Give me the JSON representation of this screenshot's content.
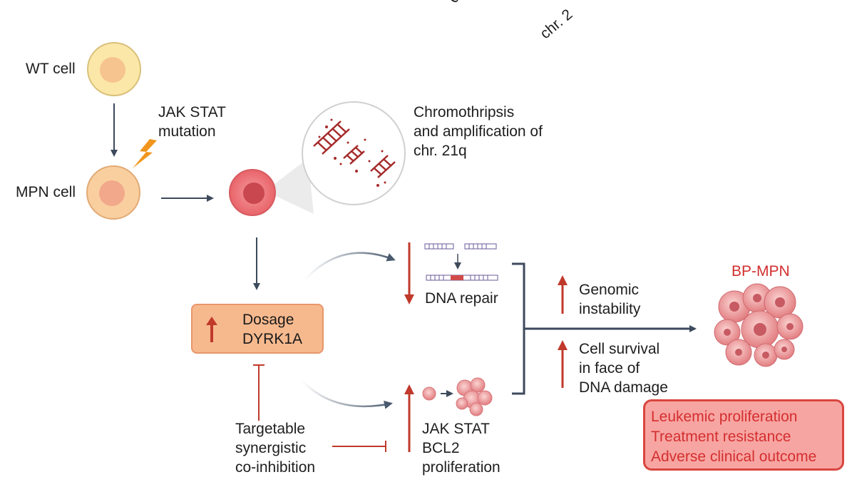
{
  "top_labels": {
    "chr_cut_1": "ch",
    "chr_cut_2": "chr. 2"
  },
  "cells": {
    "wt": "WT cell",
    "mpn": "MPN cell"
  },
  "mutation": {
    "line1": "JAK STAT",
    "line2": "mutation"
  },
  "chromothripsis": {
    "line1": "Chromothripsis",
    "line2": "and amplification of",
    "line3": "chr. 21q"
  },
  "dosage_box": {
    "line1": "Dosage",
    "line2": "DYRK1A"
  },
  "dna_repair": "DNA repair",
  "jak_box": {
    "line1": "JAK STAT",
    "line2": "BCL2",
    "line3": "proliferation"
  },
  "inhibition": {
    "line1": "Targetable",
    "line2": "synergistic",
    "line3": "co-inhibition"
  },
  "effects": {
    "genomic": {
      "line1": "Genomic",
      "line2": "instability"
    },
    "survival": {
      "line1": "Cell survival",
      "line2": "in face of",
      "line3": "DNA damage"
    }
  },
  "bp_mpn": "BP-MPN",
  "outcomes": [
    "Leukemic proliferation",
    "Treatment resistance",
    "Adverse clinical outcome"
  ],
  "colors": {
    "arrow_dark": "#3d4a5c",
    "arrow_red": "#c0392b",
    "label_red": "#d32f2f",
    "dosage_fill": "#f6b98e",
    "outcome_fill": "#f7a5a2",
    "cell_yellow": "#fbe7a8",
    "cell_peach": "#f9cfa0",
    "cell_red": "#ef7d80",
    "lightning": "#f0961e"
  }
}
